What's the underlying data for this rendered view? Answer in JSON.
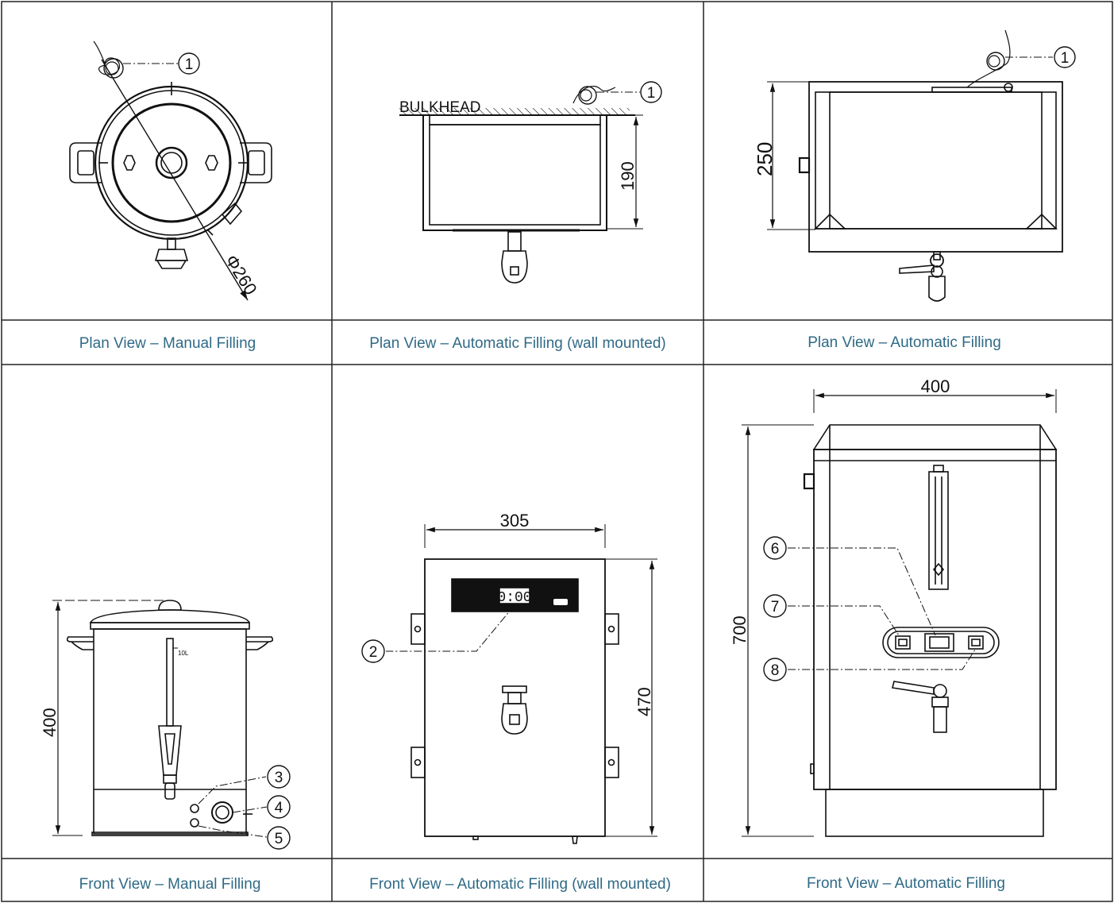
{
  "captions": {
    "plan_manual": "Plan View – Manual Filling",
    "plan_auto_wall": "Plan View – Automatic Filling (wall mounted)",
    "plan_auto": "Plan View – Automatic Filling",
    "front_manual": "Front View – Manual Filling",
    "front_auto_wall": "Front View – Automatic Filling (wall mounted)",
    "front_auto": "Front View – Automatic Filling"
  },
  "dimensions": {
    "plan_manual_diameter": "Φ260",
    "plan_auto_wall_depth": "190",
    "plan_auto_depth": "250",
    "front_manual_height": "400",
    "front_auto_wall_width": "305",
    "front_auto_wall_height": "470",
    "front_auto_width": "400",
    "front_auto_height": "700"
  },
  "labels": {
    "bulkhead": "BULKHEAD",
    "level_mark": "10L",
    "display": "0:00"
  },
  "balloons": {
    "b1": "1",
    "b2": "2",
    "b3": "3",
    "b4": "4",
    "b5": "5",
    "b6": "6",
    "b7": "7",
    "b8": "8"
  }
}
